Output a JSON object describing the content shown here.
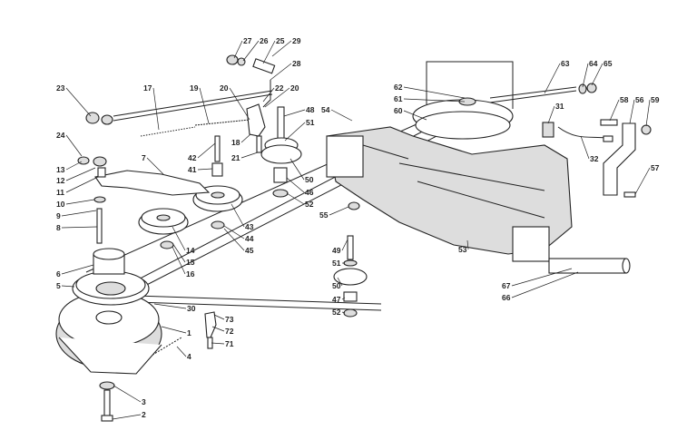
{
  "diagram": {
    "type": "exploded-parts-diagram",
    "labels": [
      "27",
      "26",
      "25",
      "29",
      "28",
      "23",
      "17",
      "19",
      "20",
      "22",
      "20",
      "48",
      "51",
      "54",
      "63",
      "64",
      "65",
      "62",
      "61",
      "60",
      "31",
      "58",
      "56",
      "59",
      "24",
      "13",
      "12",
      "11",
      "7",
      "42",
      "41",
      "18",
      "21",
      "50",
      "46",
      "52",
      "55",
      "32",
      "57",
      "10",
      "9",
      "8",
      "43",
      "44",
      "45",
      "14",
      "15",
      "16",
      "53",
      "49",
      "51",
      "50",
      "47",
      "52",
      "6",
      "5",
      "67",
      "66",
      "30",
      "73",
      "72",
      "71",
      "1",
      "4",
      "3",
      "2"
    ]
  }
}
